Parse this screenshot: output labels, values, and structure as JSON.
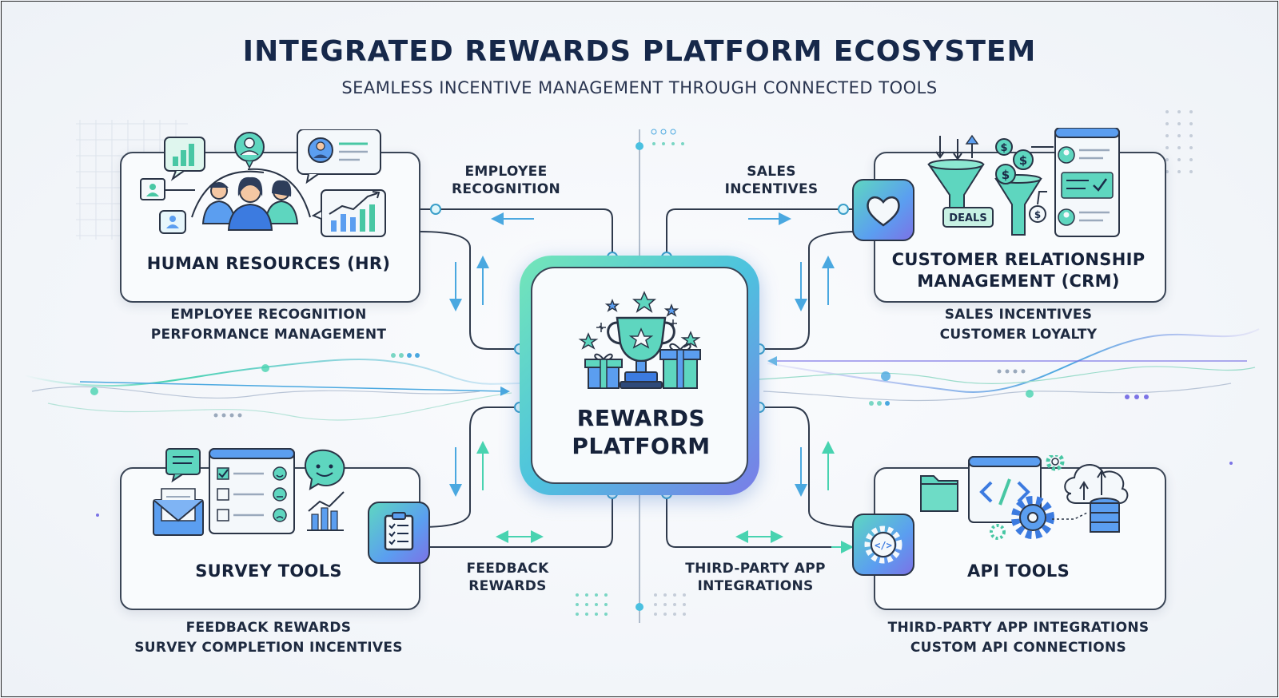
{
  "header": {
    "title": "INTEGRATED REWARDS PLATFORM ECOSYSTEM",
    "subtitle": "SEAMLESS INCENTIVE MANAGEMENT THROUGH CONNECTED TOOLS"
  },
  "hub": {
    "title_line1": "REWARDS",
    "title_line2": "PLATFORM"
  },
  "cards": {
    "hr": {
      "title": "HUMAN RESOURCES (HR)",
      "desc_line1": "EMPLOYEE RECOGNITION",
      "desc_line2": "PERFORMANCE MANAGEMENT"
    },
    "crm": {
      "title_line1": "CUSTOMER RELATIONSHIP",
      "title_line2": "MANAGEMENT (CRM)",
      "badge": "DEALS",
      "desc_line1": "SALES INCENTIVES",
      "desc_line2": "CUSTOMER LOYALTY"
    },
    "survey": {
      "title": "SURVEY TOOLS",
      "desc_line1": "FEEDBACK REWARDS",
      "desc_line2": "SURVEY COMPLETION INCENTIVES"
    },
    "api": {
      "title": "API TOOLS",
      "desc_line1": "THIRD-PARTY APP INTEGRATIONS",
      "desc_line2": "CUSTOM API CONNECTIONS"
    }
  },
  "connectors": {
    "employee_recognition": {
      "line1": "EMPLOYEE",
      "line2": "RECOGNITION"
    },
    "sales_incentives": {
      "line1": "SALES",
      "line2": "INCENTIVES"
    },
    "feedback_rewards": {
      "line1": "FEEDBACK",
      "line2": "REWARDS"
    },
    "third_party": {
      "line1": "THIRD-PARTY APP",
      "line2": "INTEGRATIONS"
    }
  },
  "colors": {
    "navy": "#16284a",
    "teal": "#48d3b0",
    "blue": "#4aa8e0",
    "purple": "#7b73e6",
    "line": "#2f3a4c"
  },
  "icons": [
    "chart-bubble-icon",
    "team-icon",
    "profile-card-icon",
    "growth-chart-icon",
    "funnel-icon",
    "coin-icon",
    "crm-profile-icon",
    "heart-icon",
    "trophy-icon",
    "gift-icon",
    "star-icon",
    "email-icon",
    "checklist-icon",
    "smiley-icon",
    "clipboard-icon",
    "code-window-icon",
    "gear-icon",
    "cloud-database-icon",
    "folder-icon"
  ]
}
